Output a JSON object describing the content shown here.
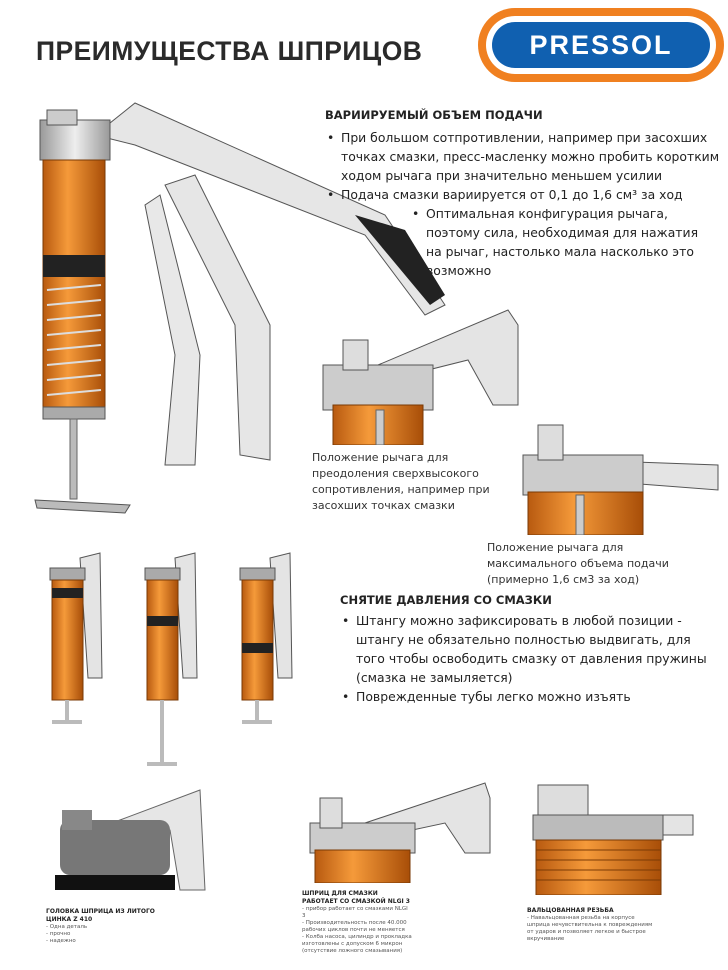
{
  "title": "ПРЕИМУЩЕСТВА ШПРИЦОВ",
  "logo": {
    "text": "PRESSOL",
    "colors": {
      "ring": "#f08020",
      "fill": "#1060b0"
    }
  },
  "section1": {
    "heading": "ВАРИИРУЕМЫЙ ОБЪЕМ ПОДАЧИ",
    "bullets": [
      "При большом сотпротивлении, например при засохших точках смазки, пресс-масленку можно пробить коротким ходом рычага при значительно меньшем усилии",
      "Подача смазки вариируется от 0,1 до 1,6 см³ за ход",
      "Оптимальная конфигурация рычага, поэтому сила, необходимая для нажатия на рычаг, настолько мала насколько это возможно"
    ]
  },
  "captions": {
    "lever_high_resistance": "Положение рычага для преодоления сверхвысокого сопротивления, например при засохших точках смазки",
    "lever_max_volume": "Положение рычага для максимального объема подачи (примерно 1,6 см3 за ход)"
  },
  "section2": {
    "heading": "СНЯТИЕ ДАВЛЕНИЯ СО СМАЗКИ",
    "bullets": [
      "Штангу можно зафиксировать в любой позиции - штангу не обязательно полностью выдвигать, для того чтобы освободить смазку от давления пружины (смазка не замыляется)",
      "Поврежденные тубы легко можно изъять"
    ]
  },
  "features": [
    {
      "title": "ГОЛОВКА ШПРИЦА ИЗ ЛИТОГО ЦИНКА Z 410",
      "items": [
        "- Одна деталь",
        "- прочно",
        "- надежно"
      ]
    },
    {
      "title": "ШПРИЦ ДЛЯ СМАЗКИ РАБОТАЕТ СО СМАЗКОЙ NLGI 3",
      "items": [
        "- прибор работает со смазками NLGI 3",
        "- Производительность после 40.000 рабочих циклов почти не меняется",
        "- Колба насоса, цилиндр и прокладка изготовлены с допуском 6 микрон (отсутствие ложного смазывания)"
      ]
    },
    {
      "title": "ВАЛЬЦОВАННАЯ РЕЗЬБА",
      "items": [
        "- Навальцованная резьба на корпусе шприца нечувствительна к повреждениям от ударов и позволяет легкое и быстрое вкручивание"
      ]
    }
  ]
}
